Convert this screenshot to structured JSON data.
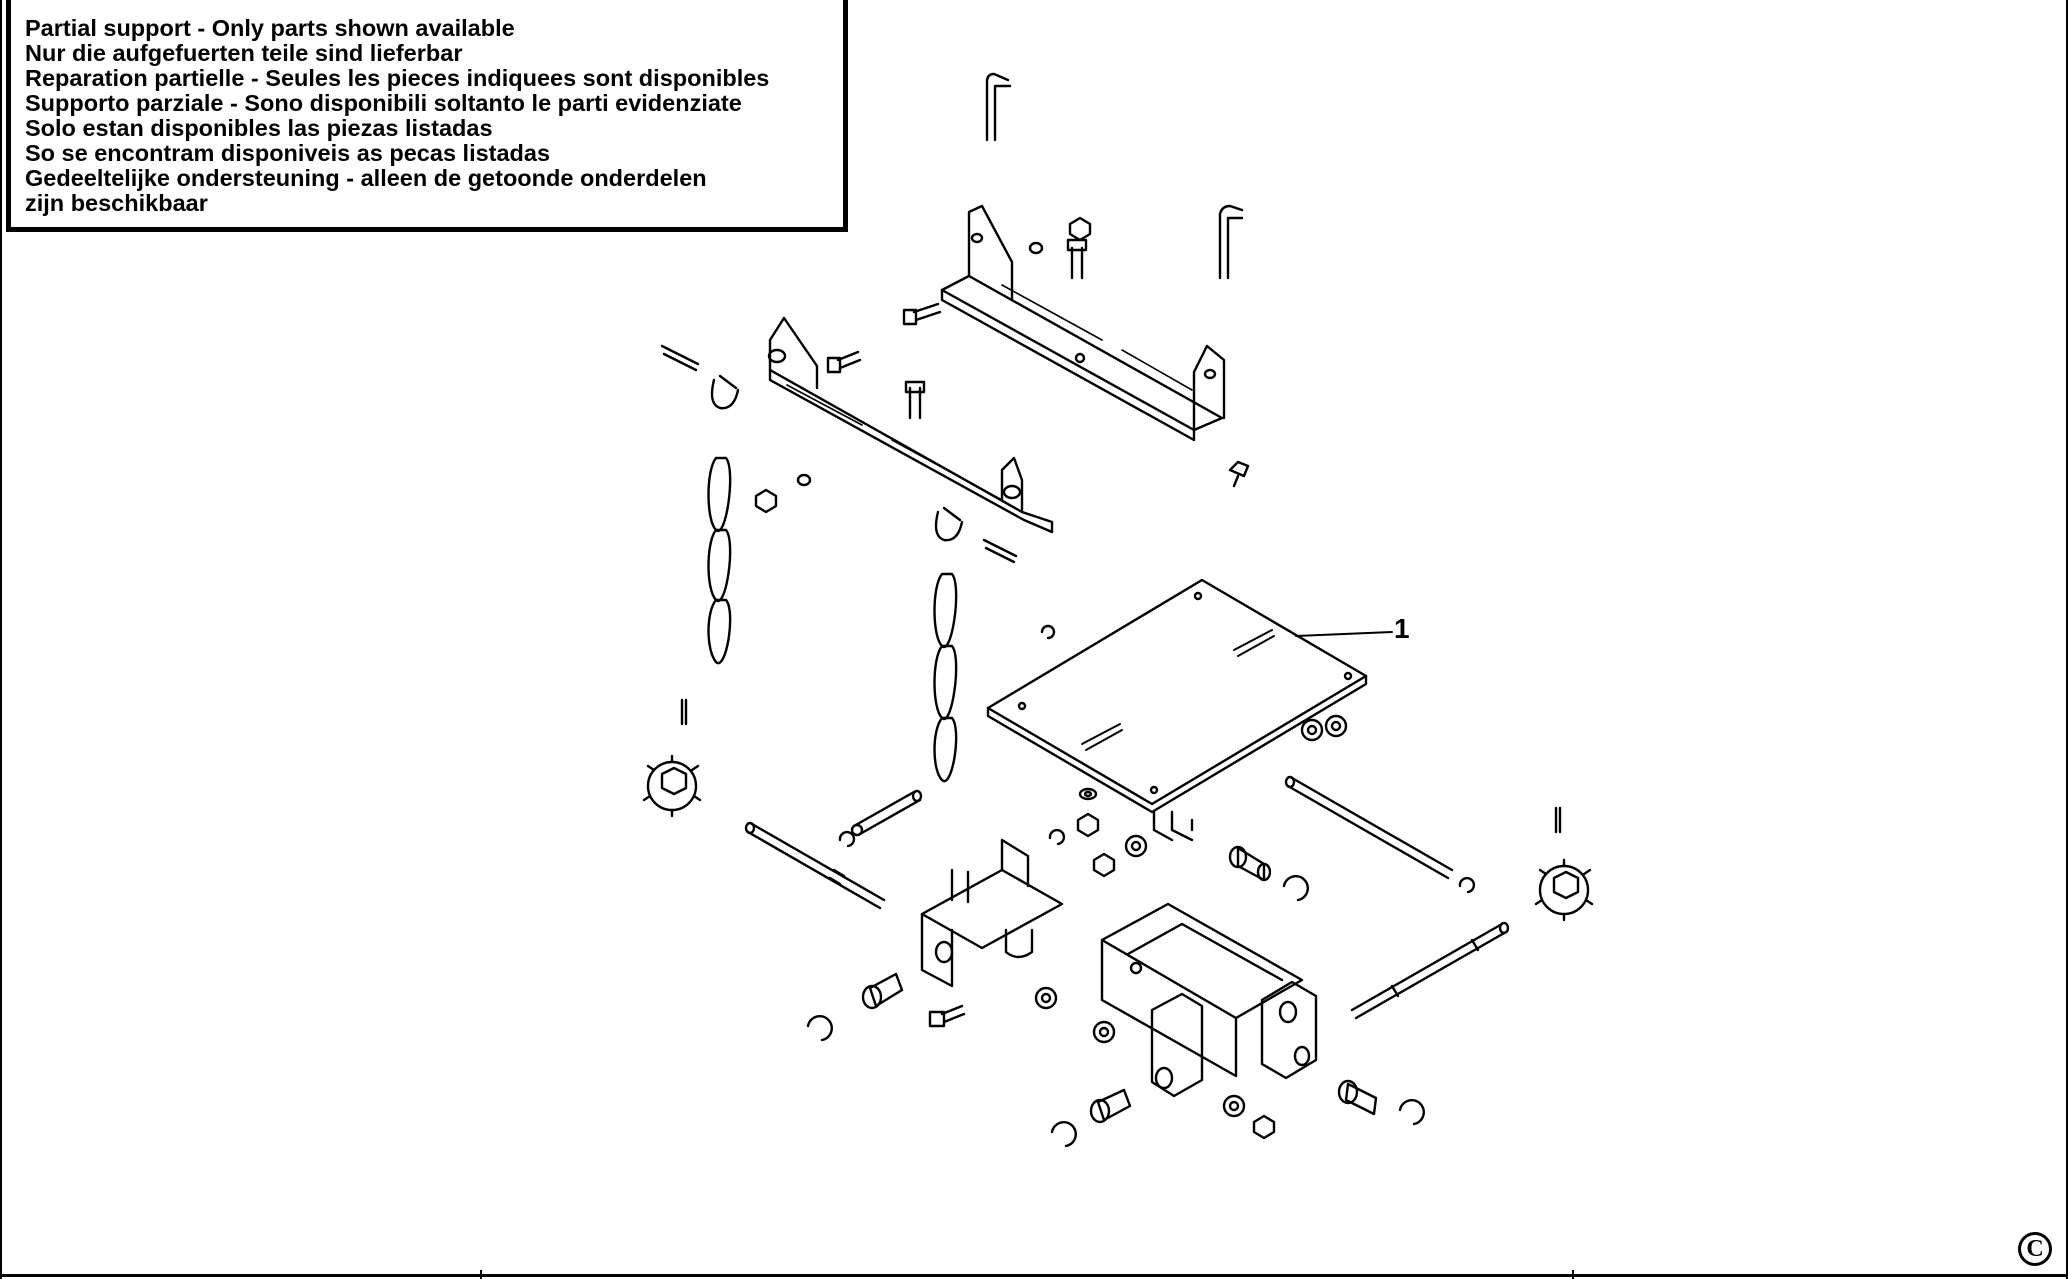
{
  "notice": {
    "lines": [
      "Partial support - Only parts shown available",
      "Nur die aufgefuerten teile sind lieferbar",
      "Reparation partielle - Seules les pieces indiquees sont disponibles",
      "Supporto parziale - Sono disponibili soltanto le parti evidenziate",
      "Solo estan disponibles las piezas listadas",
      "So se encontram disponiveis as pecas listadas",
      "Gedeeltelijke ondersteuning - alleen de getoonde onderdelen",
      "zijn beschikbaar"
    ]
  },
  "callouts": {
    "part_1": "1"
  },
  "copyright_symbol": "C",
  "colors": {
    "ink": "#000000",
    "paper": "#ffffff"
  }
}
